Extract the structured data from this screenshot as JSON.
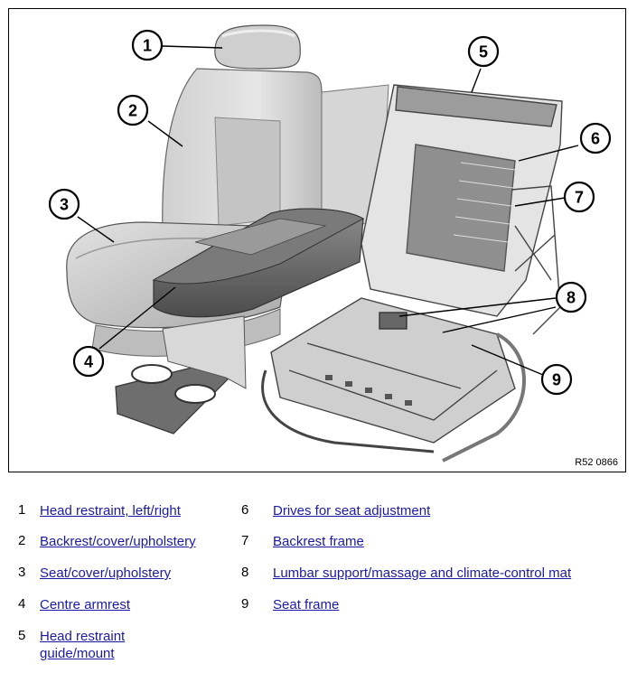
{
  "figure": {
    "reference": "R52 0866",
    "callouts": [
      "1",
      "2",
      "3",
      "4",
      "5",
      "6",
      "7",
      "8",
      "9"
    ]
  },
  "legend": [
    {
      "number": "1",
      "label": "Head restraint, left/right"
    },
    {
      "number": "2",
      "label": "Backrest/cover/upholstery"
    },
    {
      "number": "3",
      "label": "Seat/cover/upholstery"
    },
    {
      "number": "4",
      "label": "Centre armrest"
    },
    {
      "number": "5",
      "label": "Head restraint guide/mount"
    },
    {
      "number": "6",
      "label": "Drives for seat adjustment"
    },
    {
      "number": "7",
      "label": "Backrest frame"
    },
    {
      "number": "8",
      "label": "Lumbar support/massage and climate-control mat"
    },
    {
      "number": "9",
      "label": "Seat frame"
    }
  ]
}
